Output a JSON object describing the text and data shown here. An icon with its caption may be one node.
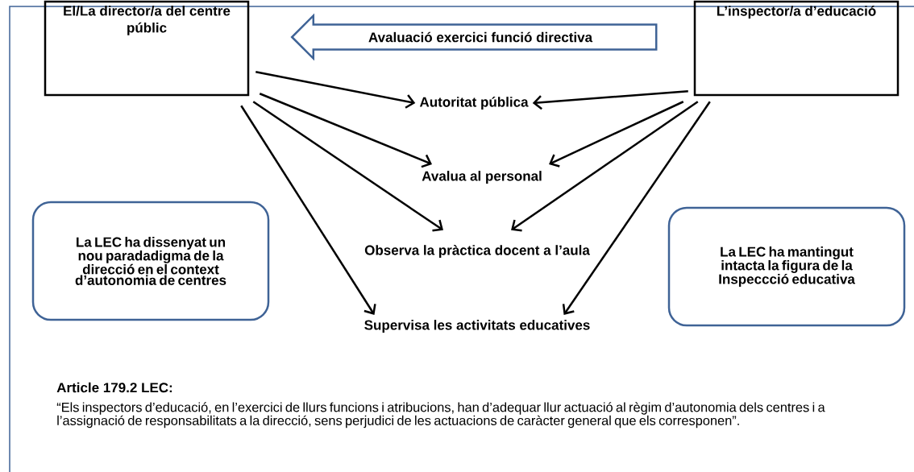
{
  "diagram": {
    "nodes": [
      {
        "text": [
          "El/La director/a del centre públic"
        ]
      },
      {
        "text": [
          "Avaluació exercici funció directiva"
        ]
      },
      {
        "text": [
          "L’inspector/a d’educació"
        ]
      },
      {
        "text": [
          "Autoritat pública"
        ]
      },
      {
        "text": [
          "Avalua al personal"
        ]
      },
      {
        "text": [
          "La LEC ha dissenyat un nou paradadigma de la direcció en el context d’autonomia de centres"
        ]
      },
      {
        "text": [
          "Observa la pràctica docent a l’aula"
        ]
      },
      {
        "text": [
          "La LEC ha mantingut intacta la figura de la Inspeccció educativa"
        ]
      },
      {
        "text": [
          "Supervisa les activitats educatives"
        ]
      }
    ],
    "edges": [
      {
        "from": 0,
        "to": 3,
        "arrow": "to"
      },
      {
        "from": 0,
        "to": 4,
        "arrow": "to"
      },
      {
        "from": 0,
        "to": 6,
        "arrow": "to"
      },
      {
        "from": 0,
        "to": 8,
        "arrow": "to"
      },
      {
        "from": 2,
        "to": 3,
        "arrow": "to"
      },
      {
        "from": 2,
        "to": 4,
        "arrow": "to"
      },
      {
        "from": 2,
        "to": 6,
        "arrow": "to"
      },
      {
        "from": 2,
        "to": 8,
        "arrow": "to"
      }
    ],
    "labels": [
      "Article 179.2 LEC:",
      "“Els inspectors d’educació, en l’exercici de llurs funcions i atribucions, han d’adequar llur actuació al règim d’autonomia dels centres i a l’assignació de responsabilitats a la direcció, sens perjudici de les actuacions de caràcter general que els corresponen”."
    ]
  }
}
